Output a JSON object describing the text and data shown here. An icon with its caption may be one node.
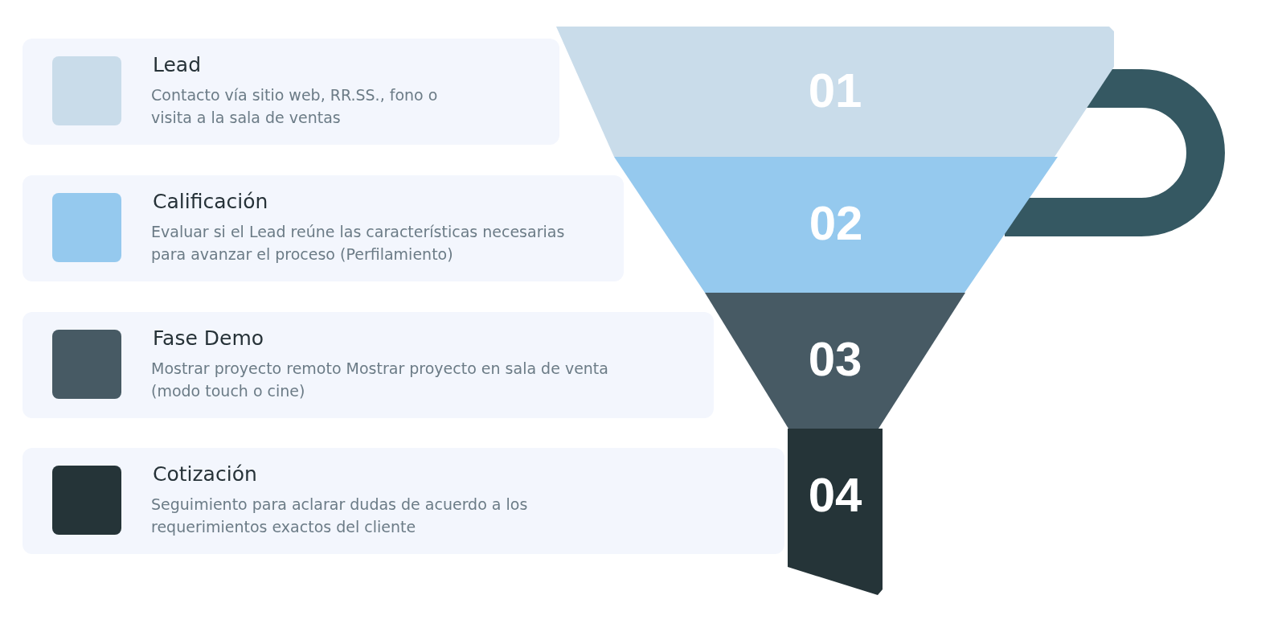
{
  "diagram": {
    "nodes": [
      {
        "text": [
          "Lead",
          "Contacto vía sitio web, RR.SS., fono o visita a la sala de ventas"
        ]
      },
      {
        "text": [
          "Calificación",
          "Evaluar si el Lead reúne las características necesarias para avanzar el proceso (Perfilamiento)"
        ]
      },
      {
        "text": [
          "Fase Demo",
          "Mostrar proyecto remoto Mostrar proyecto en sala de venta (modo touch o cine)"
        ]
      },
      {
        "text": [
          "Cotización",
          "Seguimiento para aclarar dudas de acuerdo a los requerimientos exactos del cliente"
        ]
      },
      {
        "text": [
          "01"
        ]
      },
      {
        "text": [
          "02"
        ]
      },
      {
        "text": [
          "03"
        ]
      },
      {
        "text": [
          "04"
        ]
      }
    ]
  }
}
